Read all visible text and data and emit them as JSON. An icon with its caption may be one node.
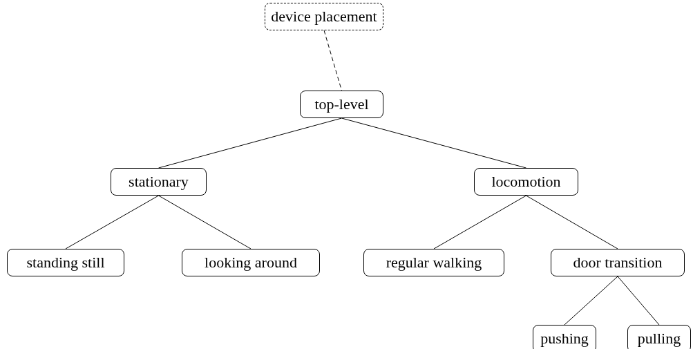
{
  "diagram": {
    "nodes": [
      {
        "text": [
          "device placement"
        ]
      },
      {
        "text": [
          "top-level"
        ]
      },
      {
        "text": [
          "stationary"
        ]
      },
      {
        "text": [
          "locomotion"
        ]
      },
      {
        "text": [
          "standing still"
        ]
      },
      {
        "text": [
          "looking around"
        ]
      },
      {
        "text": [
          "regular walking"
        ]
      },
      {
        "text": [
          "door transition"
        ]
      },
      {
        "text": [
          "pushing"
        ]
      },
      {
        "text": [
          "pulling"
        ]
      }
    ],
    "edges": [
      {
        "from": 0,
        "to": 1,
        "arrow": "none",
        "style": "dashed"
      },
      {
        "from": 1,
        "to": 2,
        "arrow": "none"
      },
      {
        "from": 1,
        "to": 3,
        "arrow": "none"
      },
      {
        "from": 2,
        "to": 4,
        "arrow": "none"
      },
      {
        "from": 2,
        "to": 5,
        "arrow": "none"
      },
      {
        "from": 3,
        "to": 6,
        "arrow": "none"
      },
      {
        "from": 3,
        "to": 7,
        "arrow": "none"
      },
      {
        "from": 7,
        "to": 8,
        "arrow": "none"
      },
      {
        "from": 7,
        "to": 9,
        "arrow": "none"
      }
    ]
  }
}
